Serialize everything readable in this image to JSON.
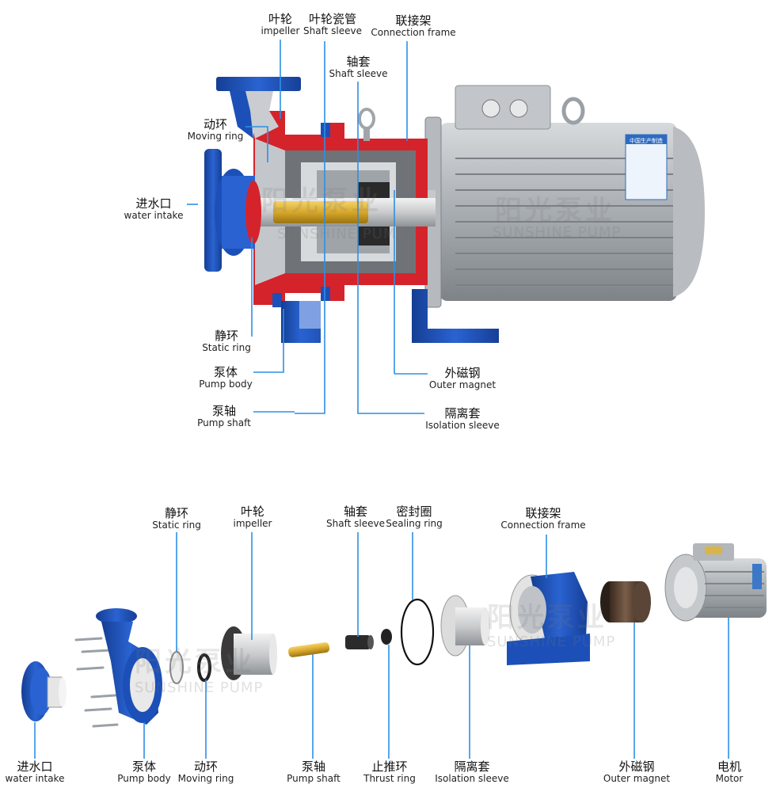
{
  "watermark": {
    "zh": "阳光泵业",
    "en": "SUNSHINE PUMP"
  },
  "motor_plate_text": "中国生产制造",
  "top_labels": {
    "impeller": {
      "zh": "叶轮",
      "en": "impeller"
    },
    "shaft_sleeve_ceramic": {
      "zh": "叶轮瓷管",
      "en": "Shaft sleeve"
    },
    "connection_frame": {
      "zh": "联接架",
      "en": "Connection frame"
    },
    "shaft_sleeve": {
      "zh": "轴套",
      "en": "Shaft sleeve"
    },
    "moving_ring": {
      "zh": "动环",
      "en": "Moving ring"
    },
    "water_intake": {
      "zh": "进水口",
      "en": "water intake"
    },
    "static_ring": {
      "zh": "静环",
      "en": "Static ring"
    },
    "pump_body": {
      "zh": "泵体",
      "en": "Pump body"
    },
    "pump_shaft": {
      "zh": "泵轴",
      "en": "Pump shaft"
    },
    "outer_magnet": {
      "zh": "外磁钢",
      "en": "Outer magnet"
    },
    "isolation_sleeve": {
      "zh": "隔离套",
      "en": "Isolation sleeve"
    }
  },
  "bottom_labels": {
    "static_ring": {
      "zh": "静环",
      "en": "Static ring"
    },
    "impeller": {
      "zh": "叶轮",
      "en": "impeller"
    },
    "shaft_sleeve": {
      "zh": "轴套",
      "en": "Shaft sleeve"
    },
    "sealing_ring": {
      "zh": "密封圈",
      "en": "Sealing ring"
    },
    "connection_frame": {
      "zh": "联接架",
      "en": "Connection frame"
    },
    "water_intake": {
      "zh": "进水口",
      "en": "water intake"
    },
    "pump_body": {
      "zh": "泵体",
      "en": "Pump body"
    },
    "moving_ring": {
      "zh": "动环",
      "en": "Moving ring"
    },
    "pump_shaft": {
      "zh": "泵轴",
      "en": "Pump shaft"
    },
    "thrust_ring": {
      "zh": "止推环",
      "en": "Thrust ring"
    },
    "isolation_sleeve": {
      "zh": "隔离套",
      "en": "Isolation sleeve"
    },
    "outer_magnet": {
      "zh": "外磁钢",
      "en": "Outer magnet"
    },
    "motor": {
      "zh": "电机",
      "en": "Motor"
    }
  },
  "colors": {
    "leader_line": "#2d8fe6",
    "pump_blue": "#1c50b8",
    "section_red": "#d5232b",
    "motor_grey": "#a9adb2",
    "brass": "#d8a72a"
  }
}
